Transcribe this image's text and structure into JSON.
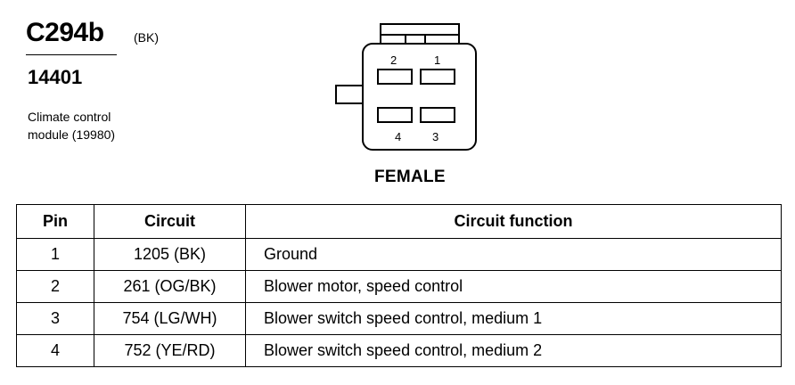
{
  "header": {
    "connector_id": "C294b",
    "color_code": "(BK)",
    "part_number": "14401",
    "description_line1": "Climate control",
    "description_line2": "module (19980)"
  },
  "connector": {
    "pins": [
      {
        "number": "2"
      },
      {
        "number": "1"
      },
      {
        "number": "4"
      },
      {
        "number": "3"
      }
    ],
    "gender": "FEMALE"
  },
  "table": {
    "headers": {
      "pin": "Pin",
      "circuit": "Circuit",
      "function": "Circuit function"
    },
    "rows": [
      {
        "pin": "1",
        "circuit": "1205 (BK)",
        "function": "Ground"
      },
      {
        "pin": "2",
        "circuit": "261 (OG/BK)",
        "function": "Blower motor, speed control"
      },
      {
        "pin": "3",
        "circuit": "754 (LG/WH)",
        "function": "Blower switch speed control, medium 1"
      },
      {
        "pin": "4",
        "circuit": "752 (YE/RD)",
        "function": "Blower switch speed control, medium 2"
      }
    ]
  }
}
